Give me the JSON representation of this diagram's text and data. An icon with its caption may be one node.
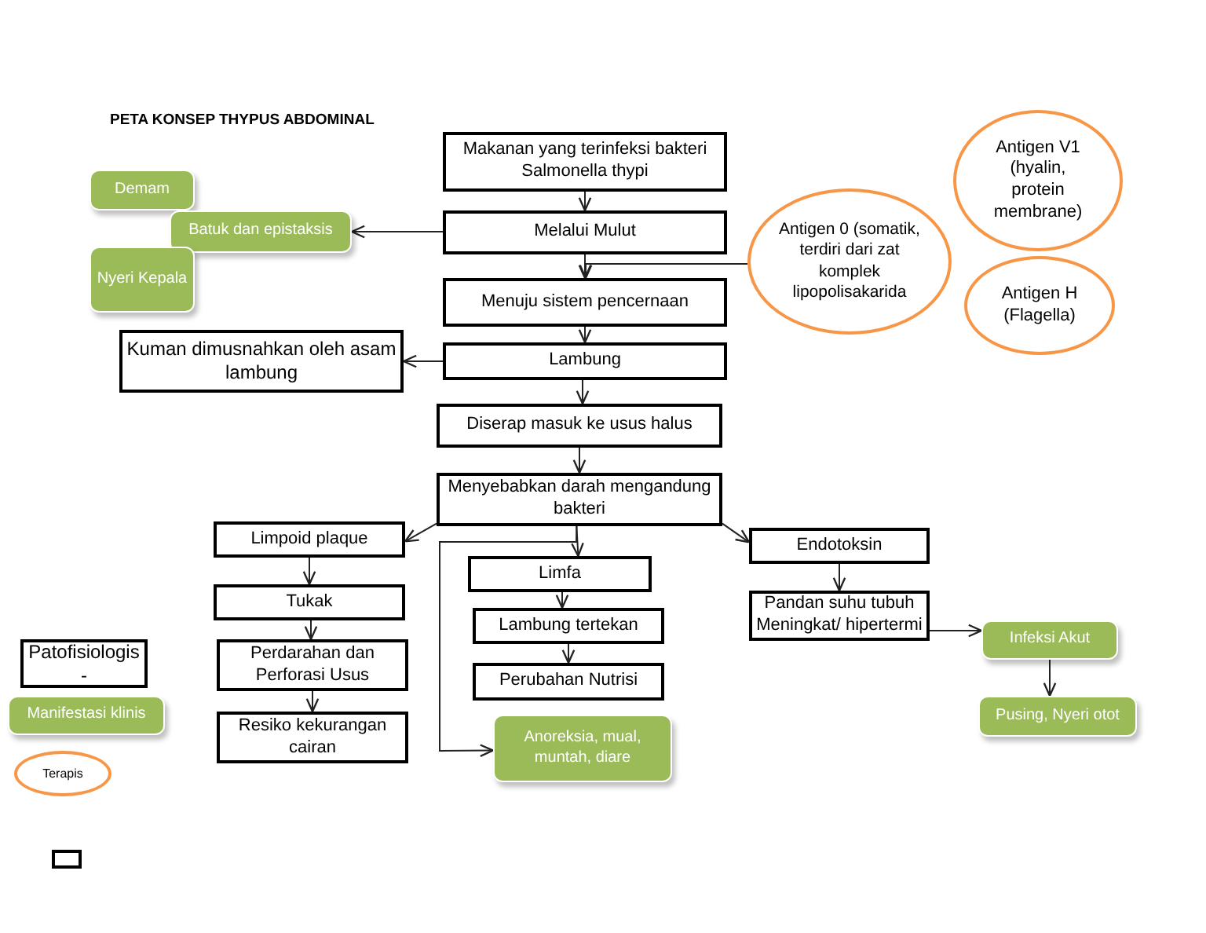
{
  "diagram": {
    "title": "PETA KONSEP THYPUS ABDOMINAL",
    "nodes": [
      {
        "text": [
          "Makanan yang terinfeksi  bakteri Salmonella thypi"
        ]
      },
      {
        "text": [
          "Melalui Mulut"
        ]
      },
      {
        "text": [
          "Menuju sistem pencernaan"
        ]
      },
      {
        "text": [
          "Lambung"
        ]
      },
      {
        "text": [
          "Diserap masuk ke usus halus"
        ]
      },
      {
        "text": [
          "Menyebabkan darah mengandung bakteri"
        ]
      },
      {
        "text": [
          "Limpoid plaque"
        ]
      },
      {
        "text": [
          "Tukak"
        ]
      },
      {
        "text": [
          "Perdarahan dan Perforasi Usus"
        ]
      },
      {
        "text": [
          "Resiko kekurangan cairan"
        ]
      },
      {
        "text": [
          "Limfa"
        ]
      },
      {
        "text": [
          "Lambung tertekan"
        ]
      },
      {
        "text": [
          "Perubahan Nutrisi"
        ]
      },
      {
        "text": [
          "Anoreksia, mual, muntah, diare"
        ]
      },
      {
        "text": [
          "Endotoksin"
        ]
      },
      {
        "text": [
          "Pandan suhu tubuh Meningkat/ hipertermi"
        ]
      },
      {
        "text": [
          "Infeksi Akut"
        ]
      },
      {
        "text": [
          "Pusing, Nyeri otot"
        ]
      },
      {
        "text": [
          "Demam"
        ]
      },
      {
        "text": [
          "Batuk dan epistaksis"
        ]
      },
      {
        "text": [
          "Nyeri Kepala"
        ]
      },
      {
        "text": [
          "Kuman dimusnahkan oleh asam lambung"
        ]
      },
      {
        "text": [
          "Antigen 0 (somatik, terdiri dari zat komplek lipopolisakarida"
        ]
      },
      {
        "text": [
          "Antigen V1 (hyalin, protein membrane)"
        ]
      },
      {
        "text": [
          "Antigen H (Flagella)"
        ]
      },
      {
        "text": [
          "Patofisiologis -"
        ]
      },
      {
        "text": [
          "Manifestasi klinis"
        ]
      },
      {
        "text": [
          "Terapis"
        ]
      },
      {
        "text": [],
        "shape": "box"
      }
    ],
    "edges": [
      {
        "from": 0,
        "to": 1,
        "arrow": "to"
      },
      {
        "from": 1,
        "to": 2,
        "arrow": "to"
      },
      {
        "from": 2,
        "to": 3,
        "arrow": "to"
      },
      {
        "from": 3,
        "to": 4,
        "arrow": "to"
      },
      {
        "from": 4,
        "to": 5,
        "arrow": "to"
      },
      {
        "from": 1,
        "to": 19,
        "arrow": "to"
      },
      {
        "from": 3,
        "to": 21,
        "arrow": "to"
      },
      {
        "from": 22,
        "to": 2,
        "arrow": "to"
      },
      {
        "from": 5,
        "to": 6,
        "arrow": "to"
      },
      {
        "from": 5,
        "to": 10,
        "arrow": "to"
      },
      {
        "from": 5,
        "to": 13,
        "arrow": "to"
      },
      {
        "from": 5,
        "to": 14,
        "arrow": "to"
      },
      {
        "from": 6,
        "to": 7,
        "arrow": "to"
      },
      {
        "from": 7,
        "to": 8,
        "arrow": "to"
      },
      {
        "from": 8,
        "to": 9,
        "arrow": "to"
      },
      {
        "from": 10,
        "to": 11,
        "arrow": "to"
      },
      {
        "from": 11,
        "to": 12,
        "arrow": "to"
      },
      {
        "from": 14,
        "to": 15,
        "arrow": "to"
      },
      {
        "from": 15,
        "to": 16,
        "arrow": "to"
      },
      {
        "from": 16,
        "to": 17,
        "arrow": "to"
      }
    ]
  }
}
